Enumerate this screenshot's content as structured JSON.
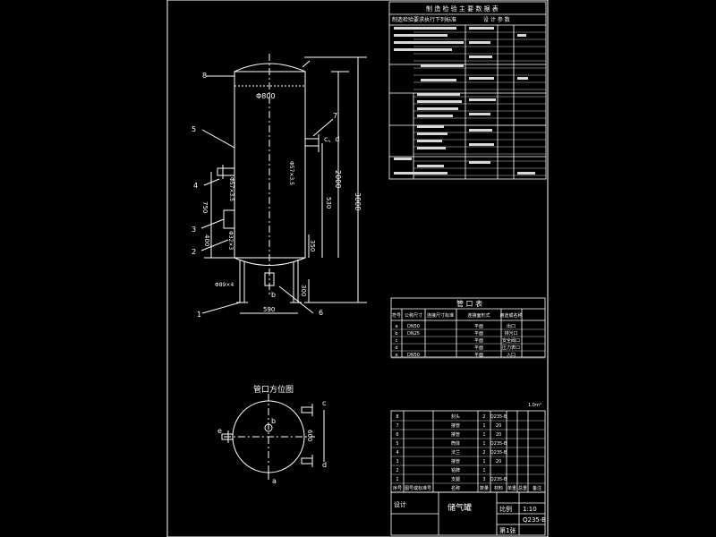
{
  "drawing": {
    "colors": {
      "background": "#000000",
      "line": "#ffffff",
      "accent": "#ffff66",
      "dim": "#cfcfcf"
    },
    "callouts": [
      "8",
      "5",
      "4",
      "3",
      "2",
      "1",
      "7",
      "6"
    ],
    "dimensions": {
      "inner_diameter": "Φ800",
      "total_height": "3000",
      "straight_shell": "2000",
      "nozzle_offset_1": "750",
      "nozzle_offset_2": "400",
      "nozzle_offset_3": "350",
      "nozzle_offset_4": "300",
      "leg_spacing": "590",
      "inner_height_530": "530",
      "leg_size": "Φ89×4",
      "nozzle_label_1": "Φ57×3.5",
      "nozzle_label_2": "Φ57×3.5",
      "nozzle_label_3": "Φ32×3"
    },
    "nozzle_letters": {
      "c_d": "c、d",
      "b": "b"
    }
  },
  "plan_view": {
    "title": "管口方位图",
    "letters": [
      "c",
      "d",
      "b",
      "e",
      "a"
    ],
    "dimension": "600"
  },
  "spec_table": {
    "title": "制 造 检 验 主 要 数 据 表",
    "subtitle": "制造检验要求执行下列标准",
    "section_header": "设 计 参 数"
  },
  "nozzle_table": {
    "title": "管 口 表",
    "headers": [
      "符号",
      "公称尺寸",
      "连接尺寸标准",
      "连接面形式",
      "用途或名称"
    ],
    "rows": [
      [
        "a",
        "DN50",
        "",
        "平面",
        "出口"
      ],
      [
        "b",
        "DN25",
        "",
        "平面",
        "排污口"
      ],
      [
        "c",
        "",
        "",
        "平面",
        "安全阀口"
      ],
      [
        "d",
        "",
        "",
        "平面",
        "压力表口"
      ],
      [
        "e",
        "DN50",
        "",
        "平面",
        "入口"
      ]
    ]
  },
  "parts_list": {
    "headers": [
      "序号",
      "图号或标准号",
      "名称",
      "数量",
      "材料",
      "单重",
      "总重",
      "备注"
    ],
    "rows": [
      [
        "8",
        "",
        "封头",
        "2",
        "Q235-B",
        "",
        "",
        ""
      ],
      [
        "7",
        "",
        "接管",
        "1",
        "20",
        "",
        "",
        ""
      ],
      [
        "6",
        "",
        "接管",
        "1",
        "20",
        "",
        "",
        ""
      ],
      [
        "5",
        "",
        "筒体",
        "1",
        "Q235-B",
        "",
        "",
        ""
      ],
      [
        "4",
        "",
        "法兰",
        "2",
        "Q235-B",
        "",
        "",
        ""
      ],
      [
        "3",
        "",
        "接管",
        "1",
        "20",
        "",
        "",
        ""
      ],
      [
        "2",
        "",
        "铭牌",
        "1",
        "",
        "",
        "",
        ""
      ],
      [
        "1",
        "",
        "支腿",
        "3",
        "Q235-B",
        "",
        "",
        ""
      ]
    ],
    "note": "1.0m³"
  },
  "title_block": {
    "name": "储气罐",
    "label_left": "设计",
    "label_scale": "比例",
    "label_sheet": "第1张",
    "scale": "1:10",
    "drawing_no": "",
    "material": "Q235-B"
  }
}
